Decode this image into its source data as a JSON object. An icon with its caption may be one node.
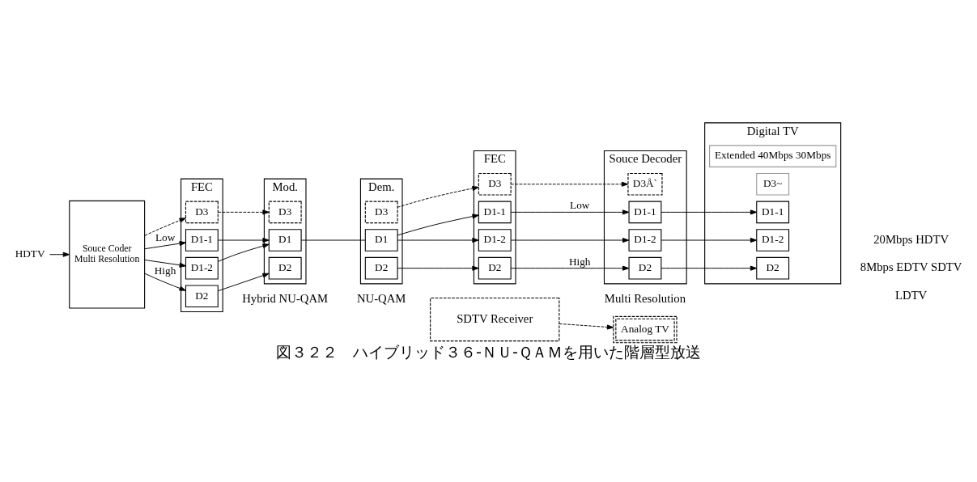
{
  "diagram": {
    "caption": "図３２２　ハイブリッド３６-ＮＵ-ＱＡＭを用いた階層型放送",
    "nodes": [
      {
        "text": [
          "Souce Coder",
          "Multi Resolution"
        ]
      },
      {
        "text": [
          "HDTV"
        ]
      },
      {
        "text": [
          "FEC"
        ]
      },
      {
        "text": [
          "D3"
        ],
        "in": 2
      },
      {
        "text": [
          "D2"
        ],
        "in": 2
      },
      {
        "text": [
          "D1-2"
        ],
        "in": 2
      },
      {
        "text": [
          "D1-1"
        ],
        "in": 2
      },
      {
        "text": [
          "Mod."
        ]
      },
      {
        "text": [
          "D3"
        ],
        "in": 7
      },
      {
        "text": [
          "D2"
        ],
        "in": 7
      },
      {
        "text": [
          "D1"
        ],
        "in": 7
      },
      {
        "text": [
          "Dem."
        ]
      },
      {
        "text": [
          "D3"
        ],
        "in": 11
      },
      {
        "text": [
          "D2"
        ],
        "in": 11
      },
      {
        "text": [
          "D1"
        ],
        "in": 11
      },
      {
        "text": [
          "FEC"
        ]
      },
      {
        "text": [
          "D3"
        ],
        "in": 15
      },
      {
        "text": [
          "D2"
        ],
        "in": 15
      },
      {
        "text": [
          "D1-2"
        ],
        "in": 15
      },
      {
        "text": [
          "D1-1"
        ],
        "in": 15
      },
      {
        "text": [
          "Souce Decoder"
        ]
      },
      {
        "text": [
          "D3Å`"
        ],
        "in": 20
      },
      {
        "text": [
          "D2"
        ],
        "in": 20
      },
      {
        "text": [
          "D1-2"
        ],
        "in": 20
      },
      {
        "text": [
          "D1-1"
        ],
        "in": 20
      },
      {
        "text": [
          "Digital TV"
        ]
      },
      {
        "text": [
          "D3~"
        ],
        "in": 25
      },
      {
        "text": [
          "D2"
        ],
        "in": 25
      },
      {
        "text": [
          "D1-2"
        ],
        "in": 25
      },
      {
        "text": [
          "D1-1"
        ],
        "in": 25
      },
      {
        "text": [
          "Extended 40Mbps 30Mbps"
        ],
        "in": 25
      },
      {
        "text": [
          "SDTV Receiver"
        ]
      },
      {
        "text": [
          "Analog TV"
        ]
      }
    ],
    "edges": [
      {
        "from": 1,
        "to": 0,
        "arrow": "to"
      },
      {
        "from": 0,
        "to": 3,
        "arrow": "to",
        "style": "dashed"
      },
      {
        "from": 0,
        "to": 4,
        "arrow": "to",
        "label": "High"
      },
      {
        "from": 0,
        "to": 5,
        "arrow": "to"
      },
      {
        "from": 0,
        "to": 6,
        "arrow": "to",
        "label": "Low"
      },
      {
        "from": 3,
        "to": 8,
        "arrow": "to",
        "style": "dashed"
      },
      {
        "from": 4,
        "to": 9,
        "arrow": "to"
      },
      {
        "from": 5,
        "to": 10,
        "arrow": "to"
      },
      {
        "from": 6,
        "to": 10,
        "arrow": "to"
      },
      {
        "from": 10,
        "to": 14,
        "arrow": "none"
      },
      {
        "from": 12,
        "to": 16,
        "arrow": "to",
        "style": "dashed"
      },
      {
        "from": 13,
        "to": 17,
        "arrow": "to"
      },
      {
        "from": 14,
        "to": 18,
        "arrow": "to"
      },
      {
        "from": 14,
        "to": 19,
        "arrow": "to"
      },
      {
        "from": 16,
        "to": 21,
        "arrow": "to",
        "style": "dashed"
      },
      {
        "from": 17,
        "to": 22,
        "arrow": "to",
        "label": "High"
      },
      {
        "from": 18,
        "to": 23,
        "arrow": "to"
      },
      {
        "from": 19,
        "to": 24,
        "arrow": "to",
        "label": "Low"
      },
      {
        "from": 22,
        "to": 27,
        "arrow": "to"
      },
      {
        "from": 23,
        "to": 28,
        "arrow": "to"
      },
      {
        "from": 24,
        "to": 29,
        "arrow": "to"
      },
      {
        "from": 31,
        "to": 32,
        "arrow": "to",
        "style": "dashed"
      }
    ],
    "labels": [
      "Hybrid NU-QAM",
      "Multi Resolution",
      "NU-QAM",
      "20Mbps HDTV",
      "8Mbps EDTV SDTV",
      "LDTV"
    ]
  }
}
